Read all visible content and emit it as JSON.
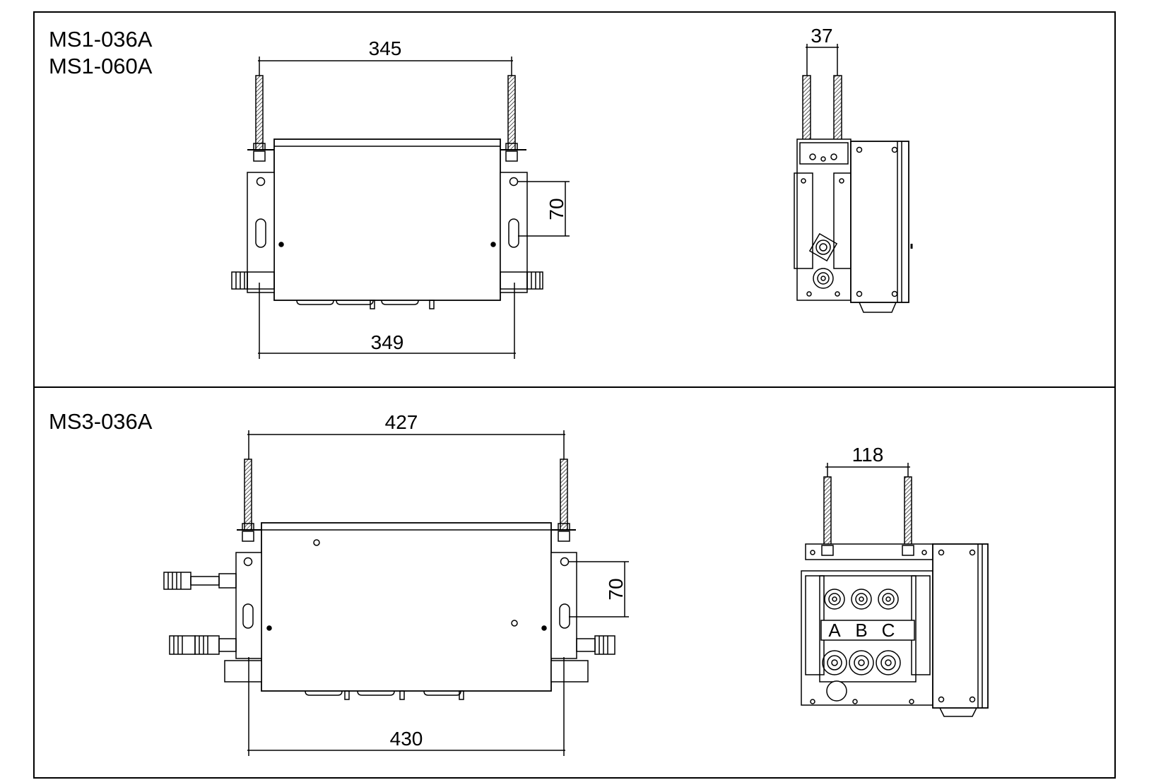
{
  "panels": [
    {
      "models": [
        "MS1-036A",
        "MS1-060A"
      ],
      "front_view": {
        "top_width": "345",
        "bottom_width": "349",
        "hole_spacing": "70"
      },
      "side_view": {
        "rod_spacing": "37"
      }
    },
    {
      "models": [
        "MS3-036A"
      ],
      "front_view": {
        "top_width": "427",
        "bottom_width": "430",
        "hole_spacing": "70"
      },
      "side_view": {
        "rod_spacing": "118",
        "port_labels": [
          "A",
          "B",
          "C"
        ]
      }
    }
  ]
}
